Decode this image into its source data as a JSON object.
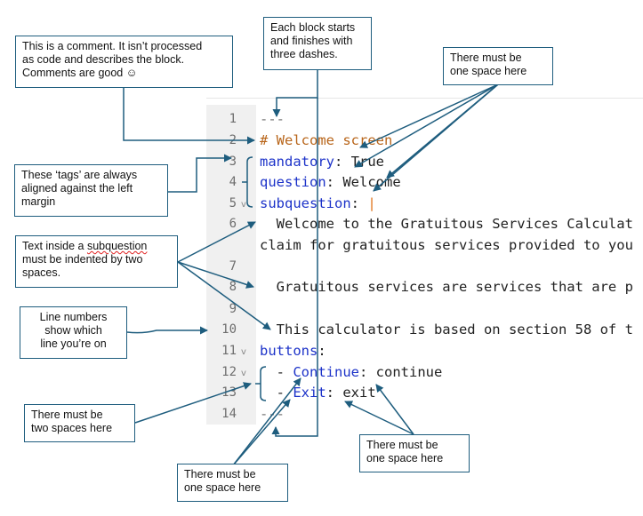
{
  "editor": {
    "line_numbers": [
      "1",
      "2",
      "3",
      "4",
      "5",
      "6",
      "7",
      "8",
      "9",
      "10",
      "11",
      "12",
      "13",
      "14"
    ],
    "fold_marker": "v",
    "lines": {
      "l1_dashes": "---",
      "l2_comment": "# Welcome screen",
      "l3_key": "mandatory",
      "l3_colon": ":",
      "l3_value": " True",
      "l4_key": "question",
      "l4_colon": ":",
      "l4_value": " Welcome",
      "l5_key": "subquestion",
      "l5_colon": ": ",
      "l5_cursor": "|",
      "l6_text": "  Welcome to the Gratuitous Services Calculat",
      "l6b_text": "claim for gratuitous services provided to you",
      "l8_text": "  Gratuitous services are services that are p",
      "l10_text": "  This calculator is based on section 58 of t",
      "l11_key": "buttons",
      "l11_colon": ":",
      "l12_dash": "  - ",
      "l12_key": "Continue",
      "l12_colon": ":",
      "l12_value": " continue",
      "l13_dash": "  - ",
      "l13_key": "Exit",
      "l13_colon": ":",
      "l13_value": " exit",
      "l14_dashes": "---"
    }
  },
  "callouts": {
    "comment": {
      "line1": "This is a comment. It isn’t processed",
      "line2": "as code and describes the block.",
      "line3": "Comments are good ☺"
    },
    "block": {
      "line1": "Each block starts",
      "line2": "and finishes with",
      "line3": "three dashes."
    },
    "one_space_top": {
      "line1": "There must be",
      "line2": "one space here"
    },
    "tags": {
      "line1": "These ‘tags’ are always",
      "line2": "aligned against the left",
      "line3": "margin"
    },
    "subquestion": {
      "line1_pre": "Text inside a ",
      "line1_word": "subquestion",
      "line2": "must be indented by two",
      "line3": "spaces."
    },
    "line_numbers": {
      "line1": "Line numbers",
      "line2": "show which",
      "line3": "line you’re on"
    },
    "two_spaces": {
      "line1": "There must be",
      "line2": "two spaces here"
    },
    "one_space_bottom_right": {
      "line1": "There must be",
      "line2": "one space here"
    },
    "one_space_bottom": {
      "line1": "There must be",
      "line2": "one space here"
    }
  },
  "colors": {
    "arrow": "#1e5d7e",
    "comment_text": "#b8651a",
    "key_text": "#1d33c9",
    "gutter_bg": "#f0f0f0"
  }
}
